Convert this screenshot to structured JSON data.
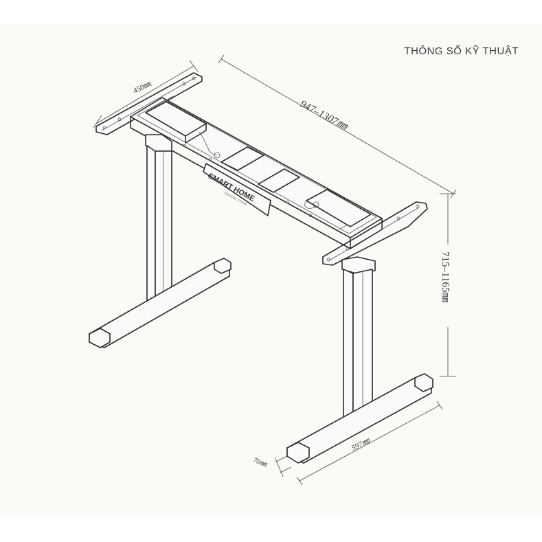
{
  "header": {
    "title": "THÔNG SỐ KỸ THUẬT"
  },
  "dimensions": {
    "depth": "450㎜",
    "width": "947–1307㎜",
    "height": "715–1165㎜",
    "foot_length": "597㎜",
    "foot_width": "70㎜"
  },
  "logo": {
    "brand": "SMART HOME",
    "tagline": "OFFICIAL STORE"
  },
  "colors": {
    "line": "#2a2a2a",
    "background": "#fcfaf7"
  }
}
